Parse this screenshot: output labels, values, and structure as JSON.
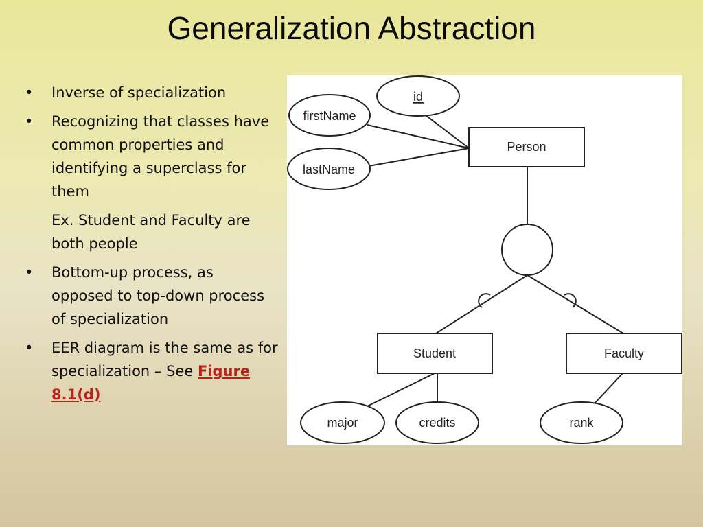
{
  "slide": {
    "title": "Generalization Abstraction",
    "bullets": [
      {
        "text": "Inverse of specialization"
      },
      {
        "text": "Recognizing that classes have common properties and identifying a superclass for them"
      },
      {
        "text": "Ex. Student and Faculty are both people",
        "sub": true
      },
      {
        "text": "Bottom-up process, as opposed to top-down process of specialization"
      },
      {
        "text": "EER diagram is the same as for specialization – See ",
        "link": "Figure 8.1(d)"
      }
    ],
    "bullet_glyph": "•"
  },
  "diagram": {
    "superclass": "Person",
    "attributes": {
      "key": "id",
      "first": "firstName",
      "last": "lastName"
    },
    "subclasses": {
      "left": "Student",
      "right": "Faculty"
    },
    "student_attributes": [
      "major",
      "credits"
    ],
    "faculty_attributes": [
      "rank"
    ]
  }
}
